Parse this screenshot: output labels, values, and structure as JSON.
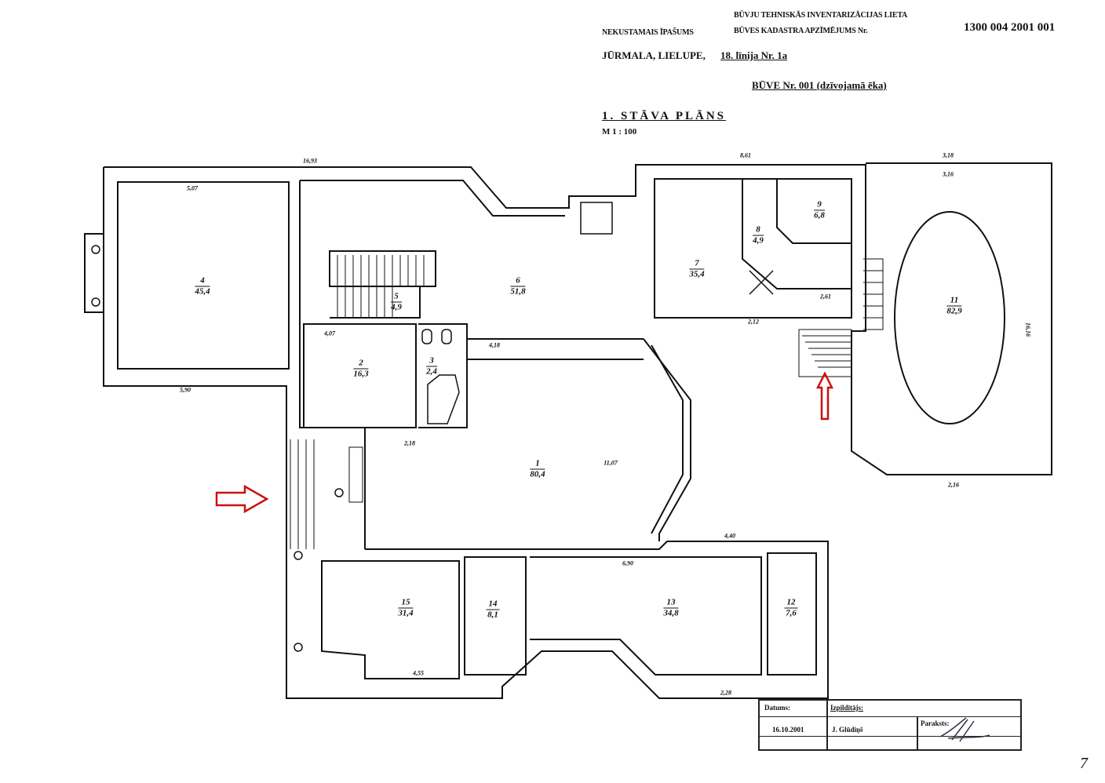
{
  "header": {
    "org": "BŪVJU TEHNISKĀS INVENTARIZĀCIJAS LIETA",
    "property_label": "NEKUSTAMAIS ĪPAŠUMS",
    "cadastre_label": "BŪVES KADASTRA APZĪMĒJUMS Nr.",
    "cadastre_number": "1300 004 2001 001",
    "address_prefix": "JŪRMALA, LIELUPE,",
    "address_street": "18. līnija Nr. 1a",
    "building": "BŪVE Nr. 001 (dzīvojamā ēka)",
    "plan_title": "1. STĀVA PLĀNS",
    "scale": "M 1 : 100"
  },
  "rooms": [
    {
      "num": "4",
      "area": "45,4"
    },
    {
      "num": "6",
      "area": "51,8"
    },
    {
      "num": "7",
      "area": "35,4"
    },
    {
      "num": "8",
      "area": "4,9"
    },
    {
      "num": "9",
      "area": "6,8"
    },
    {
      "num": "5",
      "area": "4,9"
    },
    {
      "num": "2",
      "area": "16,3"
    },
    {
      "num": "3",
      "area": "2,4"
    },
    {
      "num": "1",
      "area": "80,4"
    },
    {
      "num": "11",
      "area": "82,9"
    },
    {
      "num": "15",
      "area": "31,4"
    },
    {
      "num": "14",
      "area": "8,1"
    },
    {
      "num": "13",
      "area": "34,8"
    },
    {
      "num": "12",
      "area": "7,6"
    }
  ],
  "dims": [
    "16,93",
    "8,61",
    "3,18",
    "3,16",
    "5,90",
    "4,07",
    "2,18",
    "4,18",
    "11,07",
    "2,12",
    "2,61",
    "6,90",
    "4,55",
    "2,28",
    "2,16",
    "4,40",
    "16,16",
    "5,07"
  ],
  "title_block": {
    "date_label": "Datums:",
    "date": "16.10.2001",
    "author_label": "Izpildītājs:",
    "author": "J. Glūdiņš",
    "signature_label": "Paraksts:"
  },
  "page_mark": "7",
  "colors": {
    "arrow": "#cc1111",
    "ink": "#111111"
  }
}
